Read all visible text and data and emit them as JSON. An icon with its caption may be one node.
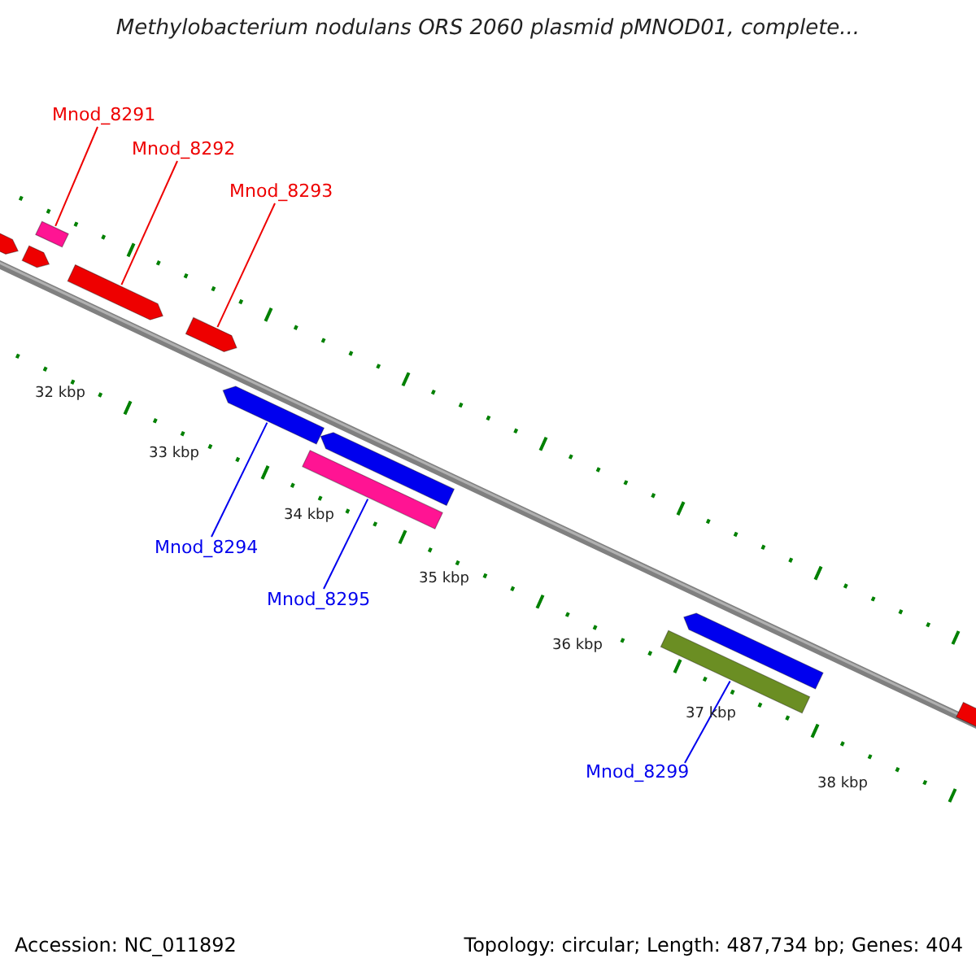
{
  "diagram": {
    "title": "Methylobacterium nodulans ORS 2060 plasmid pMNOD01, complete...",
    "nodes": [
      {
        "text": [
          "Mnod_8291"
        ]
      },
      {
        "text": [],
        "shape": "bar"
      },
      {
        "text": [
          "Mnod_8292"
        ]
      },
      {
        "text": [],
        "shape": "bar"
      },
      {
        "text": [
          "Mnod_8293"
        ]
      },
      {
        "text": [],
        "shape": "bar"
      },
      {
        "text": [
          "Mnod_8294"
        ]
      },
      {
        "text": [],
        "shape": "bar"
      },
      {
        "text": [
          "Mnod_8295"
        ]
      },
      {
        "text": [],
        "shape": "bar"
      },
      {
        "text": [
          "Mnod_8299"
        ]
      },
      {
        "text": [],
        "shape": "bar"
      },
      {
        "text": [],
        "shape": "bar"
      },
      {
        "text": [],
        "shape": "bar"
      },
      {
        "text": [],
        "shape": "bar"
      },
      {
        "text": [],
        "shape": "bar"
      },
      {
        "text": [],
        "shape": "bar"
      }
    ],
    "edges": [
      {
        "from": 0,
        "to": 1,
        "arrow": "none"
      },
      {
        "from": 2,
        "to": 3,
        "arrow": "none"
      },
      {
        "from": 4,
        "to": 5,
        "arrow": "none"
      },
      {
        "from": 6,
        "to": 7,
        "arrow": "none",
        "color": "#0000ee"
      },
      {
        "from": 8,
        "to": 9,
        "arrow": "none",
        "color": "#0000ee"
      },
      {
        "from": 10,
        "to": 11,
        "arrow": "none",
        "color": "#0000ee"
      }
    ],
    "labels": [
      "32 kbp",
      "33 kbp",
      "34 kbp",
      "35 kbp",
      "36 kbp",
      "37 kbp",
      "38 kbp",
      "Accession: NC_011892",
      "Topology: circular; Length: 487,734 bp; Genes: 404"
    ]
  }
}
